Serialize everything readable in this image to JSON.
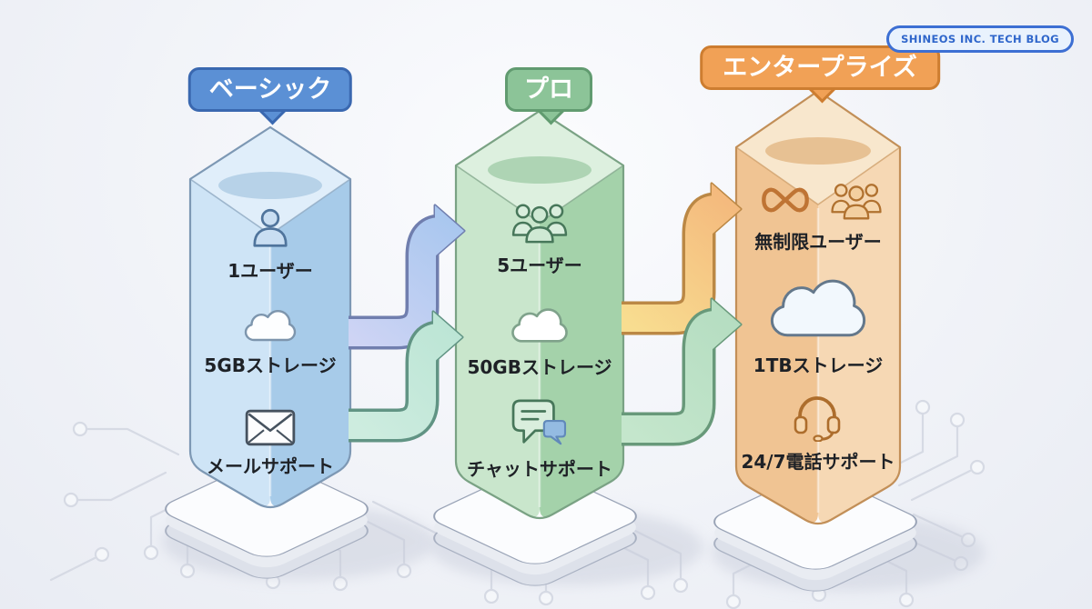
{
  "badge": {
    "label": "SHINEOS INC. TECH BLOG"
  },
  "plans": [
    {
      "name": "ベーシック",
      "accent": "#5b90d5",
      "features": [
        {
          "icon": "user-icon",
          "label": "1ユーザー"
        },
        {
          "icon": "cloud-icon",
          "label": "5GBストレージ"
        },
        {
          "icon": "mail-icon",
          "label": "メールサポート"
        }
      ]
    },
    {
      "name": "プロ",
      "accent": "#8cc498",
      "features": [
        {
          "icon": "users-icon",
          "label": "5ユーザー"
        },
        {
          "icon": "cloud-icon",
          "label": "50GBストレージ"
        },
        {
          "icon": "chat-icon",
          "label": "チャットサポート"
        }
      ]
    },
    {
      "name": "エンタープライズ",
      "accent": "#f1a156",
      "features": [
        {
          "icon": "infinity-icon users-icon",
          "label": "無制限ユーザー"
        },
        {
          "icon": "cloud-icon",
          "label": "1TBストレージ"
        },
        {
          "icon": "headset-icon",
          "label": "24/7電話サポート"
        }
      ]
    }
  ]
}
